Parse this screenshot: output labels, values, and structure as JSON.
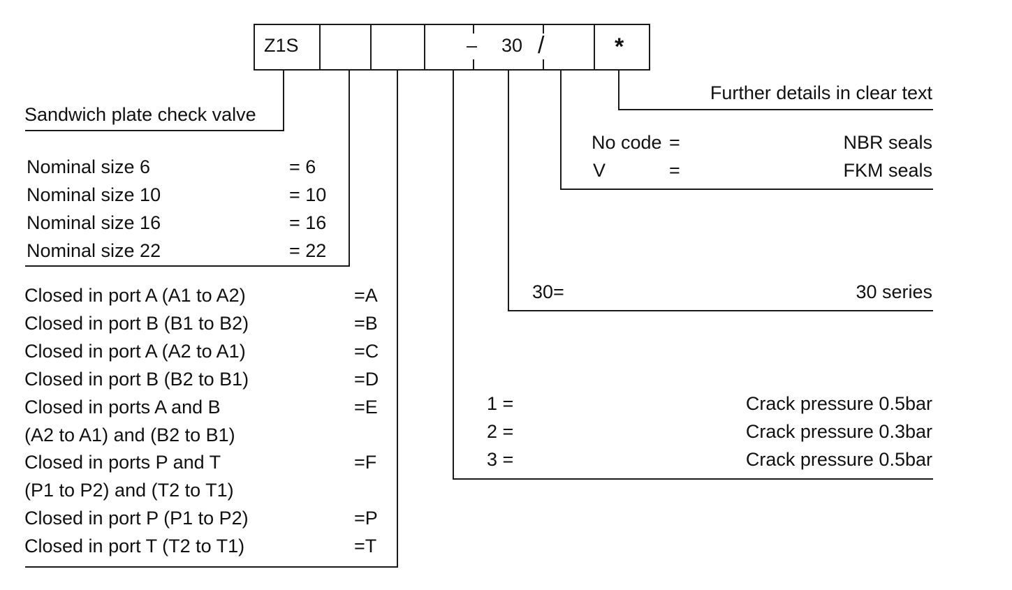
{
  "colors": {
    "line": "#1a1a1a",
    "text": "#111111",
    "background": "#ffffff"
  },
  "code_boxes": {
    "prefix": "Z1S",
    "dash": "–",
    "series": "30",
    "slash": "/",
    "asterisk": "*"
  },
  "valve_type": {
    "label": "Sandwich plate check  valve"
  },
  "nominal_sizes": [
    {
      "label": "Nominal size  6",
      "code": "=  6"
    },
    {
      "label": "Nominal size 10",
      "code": "= 10"
    },
    {
      "label": "Nominal size 16",
      "code": "= 16"
    },
    {
      "label": "Nominal size 22",
      "code": "= 22"
    }
  ],
  "closures": [
    {
      "label": "Closed in port A (A1 to A2)",
      "code": "=A"
    },
    {
      "label": "Closed in port B (B1 to B2)",
      "code": "=B"
    },
    {
      "label": "Closed in port A (A2 to A1)",
      "code": "=C"
    },
    {
      "label": "Closed in port B (B2 to B1)",
      "code": "=D"
    },
    {
      "label": "Closed in ports A and B",
      "code": "=E"
    },
    {
      "label": "(A2 to A1) and (B2 to B1)",
      "code": ""
    },
    {
      "label": "Closed in ports P and T",
      "code": "=F"
    },
    {
      "label": "(P1 to P2) and (T2 to T1)",
      "code": ""
    },
    {
      "label": "Closed in port P (P1 to P2)",
      "code": "=P"
    },
    {
      "label": "Closed in port T (T2 to T1)",
      "code": "=T"
    }
  ],
  "further_details": {
    "label": "Further details in clear text"
  },
  "seals": [
    {
      "code": "No code",
      "eq": "=",
      "desc": "NBR seals"
    },
    {
      "code": "V",
      "eq": "=",
      "desc": "FKM seals"
    }
  ],
  "series": {
    "code": "30=",
    "desc": "30 series"
  },
  "crack_pressures": [
    {
      "code": "1 =",
      "desc": "Crack pressure 0.5bar"
    },
    {
      "code": "2 =",
      "desc": "Crack pressure 0.3bar"
    },
    {
      "code": "3 =",
      "desc": "Crack pressure 0.5bar"
    }
  ]
}
